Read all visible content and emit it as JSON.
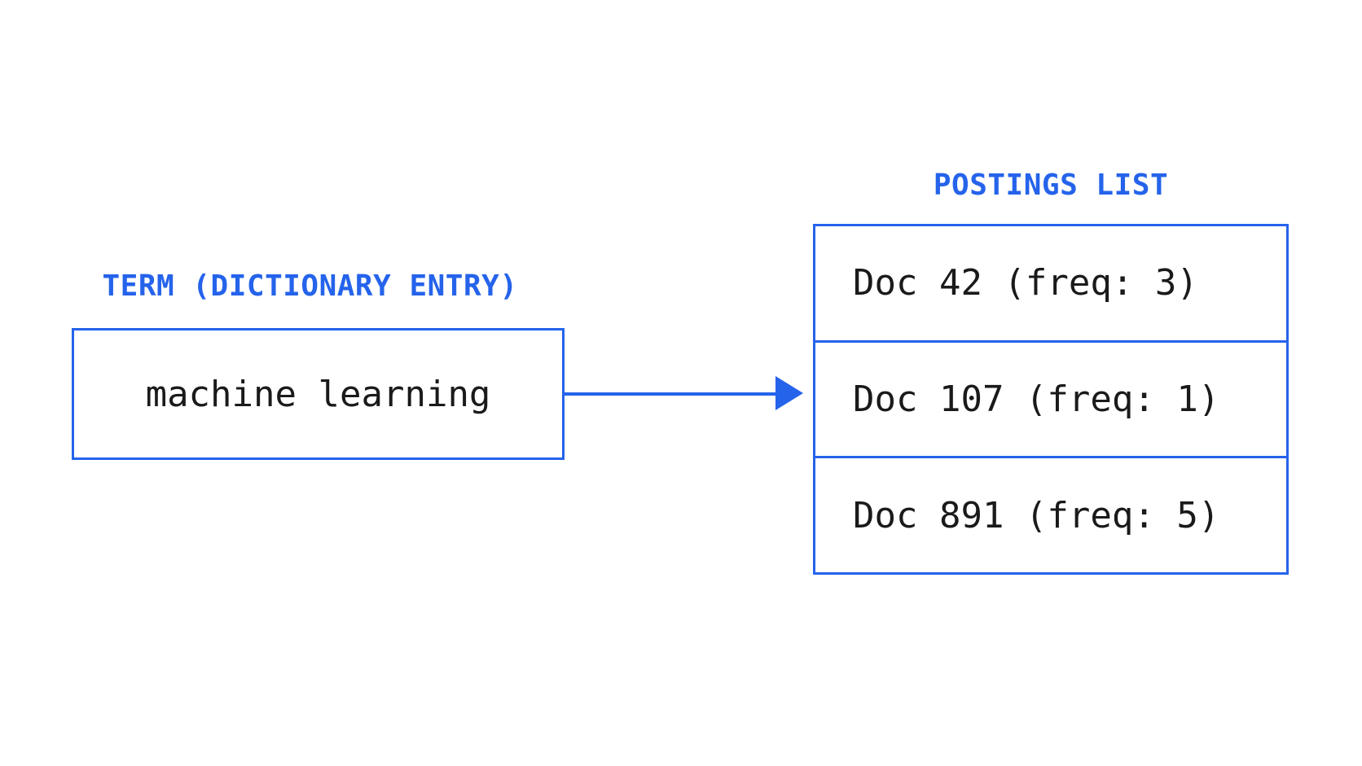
{
  "term_panel": {
    "label": "TERM (DICTIONARY ENTRY)",
    "value": "machine learning"
  },
  "postings_panel": {
    "label": "POSTINGS LIST",
    "rows": [
      "Doc 42 (freq: 3)",
      "Doc 107 (freq: 1)",
      "Doc 891 (freq: 5)"
    ]
  },
  "colors": {
    "accent_blue": "#2563eb",
    "text_ink": "#1a1a1a",
    "background": "#ffffff"
  }
}
